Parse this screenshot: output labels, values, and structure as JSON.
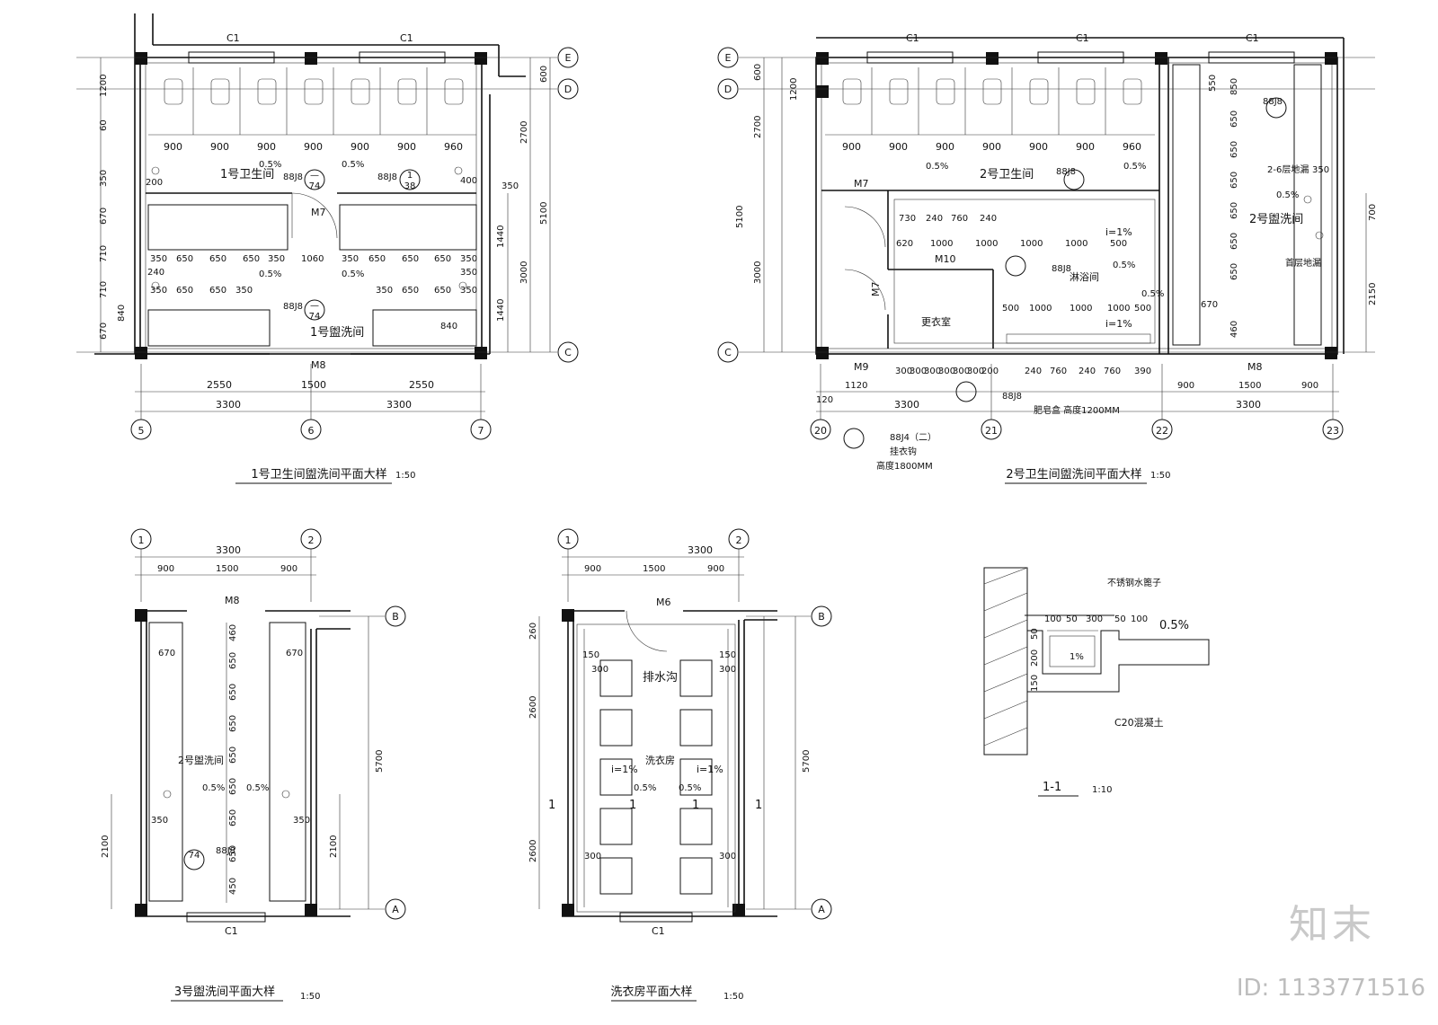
{
  "p1": {
    "title": "1号卫生间盥洗间平面大样",
    "scale": "1:50",
    "room_wc": "1号卫生间",
    "room_wash": "1号盥洗间",
    "window_top_left": "C1",
    "window_top_right": "C1",
    "door_mid": "M7",
    "door_bottom": "M8",
    "axes": [
      "5",
      "6",
      "7"
    ],
    "axes_right": [
      "E",
      "D",
      "C"
    ],
    "bottom_dims": [
      "2550",
      "1500",
      "2550"
    ],
    "bottom_totals": [
      "3300",
      "3300"
    ],
    "stall_widths": [
      "900",
      "900",
      "900",
      "900",
      "900",
      "900",
      "960"
    ],
    "row_a": [
      "350",
      "650",
      "650",
      "650",
      "350",
      "1060",
      "350",
      "650",
      "650",
      "650",
      "350"
    ],
    "row_b": [
      "350",
      "650",
      "650",
      "350",
      "350",
      "650",
      "650",
      "350"
    ],
    "left_dims": [
      "1200",
      "60",
      "350",
      "670",
      "710",
      "710",
      "670",
      "840"
    ],
    "right_dims": [
      "600",
      "2700",
      "5100",
      "1440",
      "3000",
      "1440"
    ],
    "slope_a": "0.5%",
    "slope_b": "0.5%",
    "slope_c": "0.5%",
    "slope_d": "0.5%",
    "ref_code": "88J8",
    "ref_a_num": "1",
    "ref_a_sheet": "38",
    "ref_b_num": "—",
    "ref_b_sheet": "74",
    "misc": [
      "200",
      "400",
      "350",
      "240",
      "350",
      "840"
    ]
  },
  "p2": {
    "title": "2号卫生间盥洗间平面大样",
    "scale": "1:50",
    "room_wc": "2号卫生间",
    "room_shower": "淋浴间",
    "room_change": "更衣室",
    "room_wash": "2号盥洗间",
    "windows": [
      "C1",
      "C1",
      "C1"
    ],
    "doors": [
      "M7",
      "M10",
      "M7",
      "M9",
      "M8"
    ],
    "axes": [
      "20",
      "21",
      "22",
      "23"
    ],
    "axes_left": [
      "E",
      "D",
      "C"
    ],
    "left_dims": [
      "600",
      "1200",
      "2700",
      "5100",
      "3000"
    ],
    "bottom_dims": [
      "120",
      "1120",
      "3300",
      "900",
      "1500",
      "900",
      "3300"
    ],
    "stall_widths": [
      "900",
      "900",
      "900",
      "900",
      "900",
      "900",
      "960"
    ],
    "shower_top": [
      "730",
      "240",
      "760",
      "240"
    ],
    "shower_row": [
      "620",
      "1000",
      "1000",
      "1000",
      "1000",
      "500"
    ],
    "shower_row2": [
      "500",
      "1000",
      "1000",
      "1000",
      "500"
    ],
    "lockers": [
      "300",
      "300",
      "300",
      "300",
      "300",
      "300",
      "200"
    ],
    "bench": [
      "240",
      "760",
      "240",
      "760",
      "390"
    ],
    "wash_right": [
      "550",
      "850",
      "650",
      "650",
      "650",
      "650",
      "650",
      "650",
      "460",
      "670",
      "350",
      "700",
      "2150"
    ],
    "note_soap": "肥皂盒 高度1200MM",
    "note_hook_code": "88J4（二）",
    "note_hook": "挂衣钩",
    "note_hook_h": "高度1800MM",
    "note_drain2": "2-6层地漏",
    "note_drain1": "首层地漏",
    "slopes": [
      "0.5%",
      "0.5%",
      "i=1%",
      "0.5%",
      "i=1%",
      "0.5%",
      "0.5%"
    ],
    "refs": [
      "88J8",
      "88J8",
      "88J8",
      "88J8"
    ]
  },
  "p3": {
    "title": "3号盥洗间平面大样",
    "scale": "1:50",
    "room": "2号盥洗间",
    "door": "M8",
    "window": "C1",
    "axes": [
      "1",
      "2"
    ],
    "axes_right": [
      "B",
      "A"
    ],
    "top_total": "3300",
    "top_dims": [
      "900",
      "1500",
      "900"
    ],
    "right_total": "5700",
    "side_dims": [
      "2100",
      "2100"
    ],
    "mid_dims": [
      "460",
      "650",
      "650",
      "650",
      "650",
      "650",
      "650",
      "650",
      "450"
    ],
    "misc": [
      "670",
      "670",
      "350",
      "350"
    ],
    "slopes": [
      "0.5%",
      "0.5%"
    ],
    "ref_code": "88J8",
    "ref_sheet": "74"
  },
  "p4": {
    "title": "洗衣房平面大样",
    "scale": "1:50",
    "room": "洗衣房",
    "drain": "排水沟",
    "door": "M6",
    "window": "C1",
    "axes": [
      "1",
      "2"
    ],
    "axes_right": [
      "B",
      "A"
    ],
    "top_total": "3300",
    "top_dims": [
      "900",
      "1500",
      "900"
    ],
    "right_total": "5700",
    "side_dims": [
      "260",
      "2600",
      "2600"
    ],
    "misc": [
      "150",
      "150",
      "300",
      "300",
      "300",
      "300"
    ],
    "slopes": [
      "i=1%",
      "i=1%",
      "0.5%",
      "0.5%"
    ],
    "marks": [
      "1",
      "1",
      "1",
      "1"
    ]
  },
  "p5": {
    "title": "1-1",
    "scale": "1:10",
    "label_grate": "不锈钢水篦子",
    "label_conc": "C20混凝土",
    "dims": [
      "100",
      "50",
      "300",
      "50",
      "100"
    ],
    "vdims": [
      "50",
      "200",
      "150"
    ],
    "slope": "0.5%",
    "slope_in": "1%"
  },
  "watermark": {
    "brand": "知末",
    "id": "ID: 1133771516"
  }
}
